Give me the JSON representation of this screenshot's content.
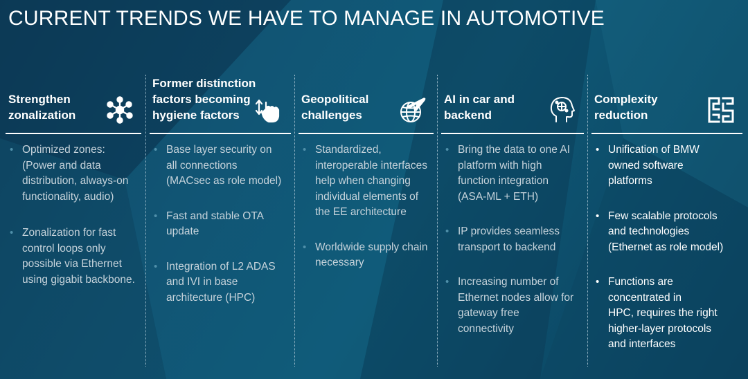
{
  "title": "CURRENT TRENDS WE HAVE TO MANAGE IN AUTOMOTIVE",
  "columns": [
    {
      "heading": "Strengthen\nzonalization",
      "icon": "network-hub-icon",
      "items": [
        "Optimized zones:\n(Power and data\ndistribution, always-on\nfunctionality, audio)",
        "Zonalization for fast\ncontrol loops only\npossible via Ethernet\nusing gigabit backbone."
      ]
    },
    {
      "heading": "Former distinction\nfactors  becoming\nhygiene factors",
      "icon": "swipe-hand-icon",
      "items": [
        "Base layer security on\nall connections\n(MACsec as role model)",
        "Fast and stable OTA\nupdate",
        "Integration of L2 ADAS\nand IVI in base\narchitecture (HPC)"
      ]
    },
    {
      "heading": "Geopolitical\nchallenges",
      "icon": "globe-airplane-icon",
      "items": [
        "Standardized,\ninteroperable interfaces\nhelp when changing\nindividual elements of\nthe EE architecture",
        "Worldwide supply chain\nnecessary"
      ]
    },
    {
      "heading": "AI in car and\nbackend",
      "icon": "ai-brain-head-icon",
      "items": [
        "Bring the data to one AI\nplatform with high\nfunction integration\n(ASA-ML + ETH)",
        "IP provides seamless\ntransport to backend",
        "Increasing number of\nEthernet nodes allow for\ngateway free\nconnectivity"
      ]
    },
    {
      "heading": "Complexity\n reduction",
      "icon": "maze-icon",
      "items": [
        "Unification of BMW\nowned software\nplatforms",
        "Few scalable protocols\nand technologies\n(Ethernet as role model)",
        "Functions are\nconcentrated  in\nHPC,  requires the right\nhigher-layer protocols\nand interfaces"
      ]
    }
  ],
  "colors": {
    "background": "#0f5070",
    "title_text": "#ffffff",
    "body_text": "#c6d3db",
    "bullet": "#4f8fa9",
    "rule": "#ffffff",
    "divider": "#9fbccb"
  }
}
